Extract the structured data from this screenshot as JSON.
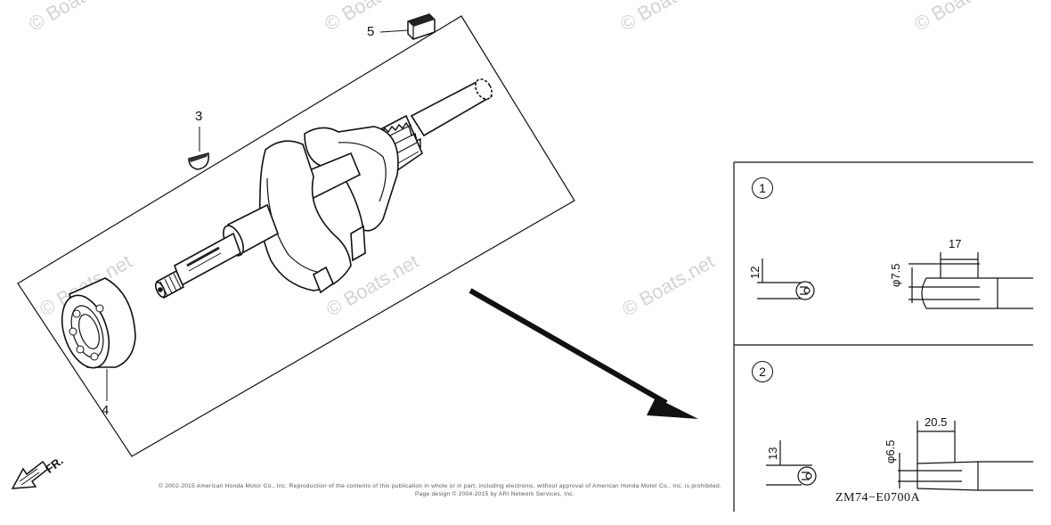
{
  "watermark": "© Boats.net",
  "callouts": {
    "part3": "3",
    "part4": "4",
    "part5": "5"
  },
  "front_label": "FR.",
  "detail1": {
    "number": "1",
    "height": "12",
    "diameter": "φ7.5",
    "length": "17"
  },
  "detail2": {
    "number": "2",
    "height": "13",
    "diameter": "φ6.5",
    "length": "20.5"
  },
  "diagram_code": "ZM74−E0700A",
  "copyright_line1": "© 2002-2015 American Honda Motor Co., Inc. Reproduction of the contents of this publication in whole or in part, including electronic, without approval of American Honda Motor Co., Inc. is prohibited.",
  "copyright_line2": "Page design © 2004-2015 by ARI Network Services, Inc."
}
